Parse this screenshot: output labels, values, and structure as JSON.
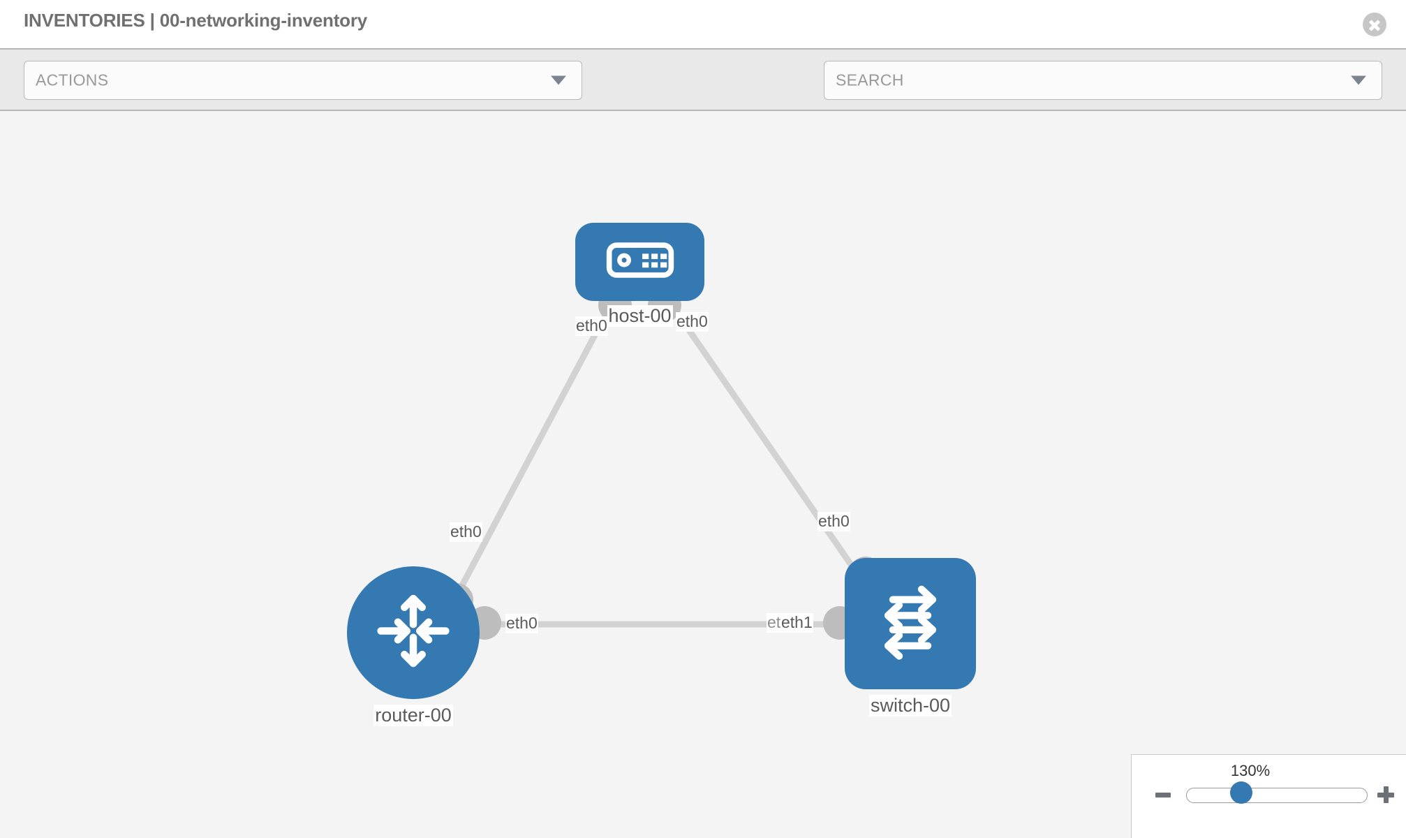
{
  "header": {
    "title": "INVENTORIES | 00-networking-inventory",
    "close_label": "close-icon"
  },
  "toolbar": {
    "actions_value": "ACTIONS",
    "search_placeholder": "SEARCH",
    "wrench_label": "wrench-icon",
    "key_label": "key-icon"
  },
  "topology": {
    "nodes": [
      {
        "id": "host-00",
        "label": "host-00",
        "type": "host"
      },
      {
        "id": "router-00",
        "label": "router-00",
        "type": "router"
      },
      {
        "id": "switch-00",
        "label": "switch-00",
        "type": "switch"
      }
    ],
    "interface_labels": {
      "host_left": "eth0",
      "host_right": "eth0",
      "router_up": "eth0",
      "router_right": "eth0",
      "switch_up": "eth0",
      "switch_left_hidden": "eth",
      "switch_left": "eth1"
    }
  },
  "zoom": {
    "percent": "130%",
    "minus_label": "zoom-out",
    "plus_label": "zoom-in"
  },
  "colors": {
    "node_blue": "#3479b2",
    "canvas_bg": "#f4f4f4",
    "toolbar_bg": "#e9e9e9",
    "edge_gray": "#d2d2d2",
    "port_gray": "#bdbdbd",
    "text_gray": "#5a5a5a"
  }
}
